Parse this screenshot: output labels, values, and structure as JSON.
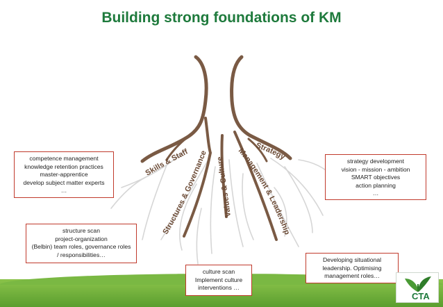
{
  "title": "Building strong foundations of KM",
  "roots": [
    {
      "label": "Skills & Staff"
    },
    {
      "label": "Structures & Governance"
    },
    {
      "label": "Values & Culture"
    },
    {
      "label": "Management & Leadership"
    },
    {
      "label": "Strategy"
    }
  ],
  "boxes": {
    "skills": [
      "competence management",
      "knowledge retention practices",
      "master-apprentice",
      "develop subject matter experts",
      "…"
    ],
    "structure": [
      "structure scan",
      "project-organization",
      "(Belbin) team roles, governance roles",
      "/ responsibilities…"
    ],
    "culture": [
      "culture scan",
      "Implement culture",
      "interventions …"
    ],
    "leadership": [
      "Developing situational",
      "leadership. Optimising",
      "management roles…"
    ],
    "strategy": [
      "strategy development",
      "vision - mission - ambition",
      "SMART objectives",
      "action planning",
      "…"
    ]
  },
  "logo": {
    "text": "CTA"
  },
  "colors": {
    "title": "#1e7a3c",
    "root": "#7a5a44",
    "thin_root": "#d6d6d6",
    "box_border": "#c0392b",
    "ground": "#7ab843"
  }
}
